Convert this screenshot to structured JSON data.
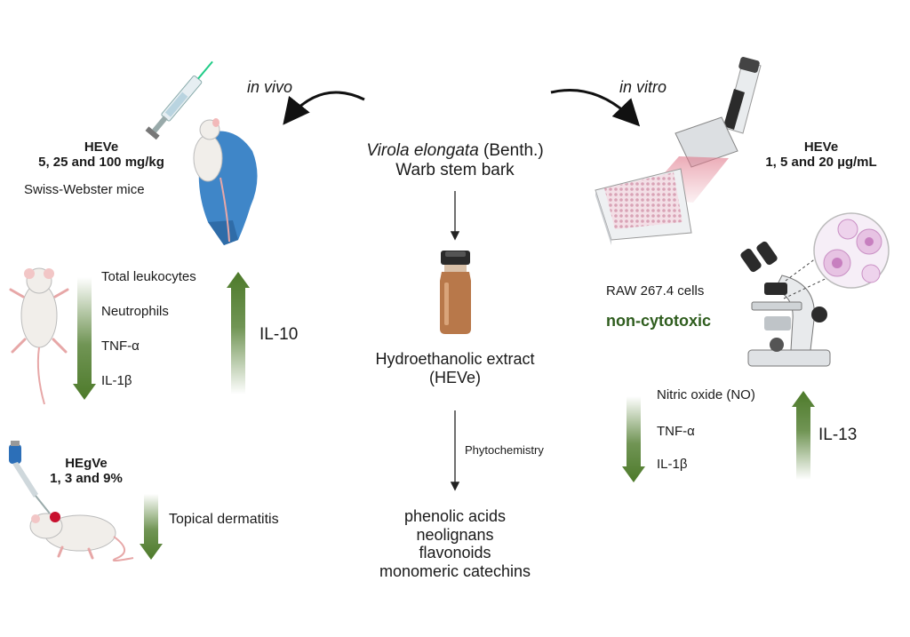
{
  "top": {
    "in_vivo_label": "in vivo",
    "in_vitro_label": "in vitro",
    "source_species": "Virola elongata",
    "source_author": "(Benth.)",
    "source_line2": "Warb stem bark"
  },
  "left": {
    "dose_title": "HEVe",
    "dose_line": "5, 25 and 100 mg/kg",
    "mice": "Swiss-Webster mice",
    "decreased": [
      "Total leukocytes",
      "Neutrophils",
      "TNF-α",
      "IL-1β"
    ],
    "increased": "IL-10",
    "topical_title": "HEgVe",
    "topical_dose": "1, 3 and 9%",
    "topical_effect": "Topical dermatitis"
  },
  "center": {
    "extract_line1": "Hydroethanolic extract",
    "extract_line2": "(HEVe)",
    "method": "Phytochemistry",
    "compounds": [
      "phenolic acids",
      "neolignans",
      "flavonoids",
      "monomeric catechins"
    ]
  },
  "right": {
    "dose_title": "HEVe",
    "dose_line": "1, 5 and 20 µg/mL",
    "cells": "RAW 267.4 cells",
    "status": "non-cytotoxic",
    "decreased": [
      "Nitric oxide (NO)",
      "TNF-α",
      "IL-1β"
    ],
    "increased": "IL-13"
  },
  "colors": {
    "arrow_green": "#4d7a2a",
    "status_green": "#2f5d1e",
    "glove_blue": "#3f86c8",
    "vial_amber": "#b8784a"
  }
}
